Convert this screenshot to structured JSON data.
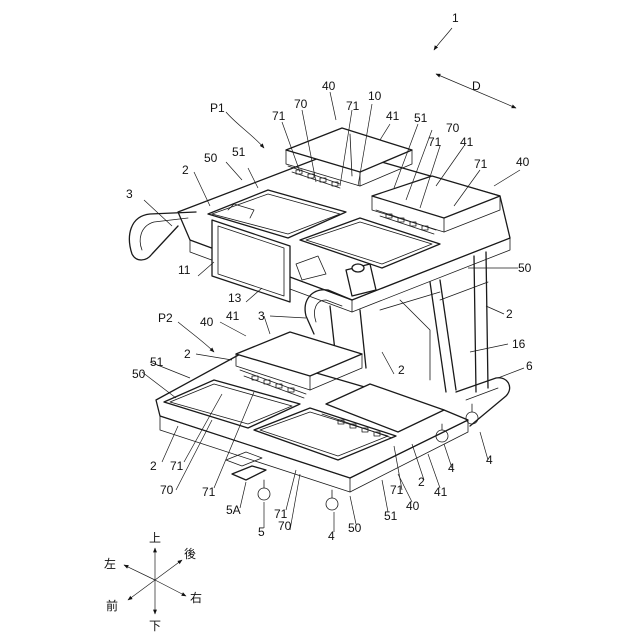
{
  "figure": {
    "ref_main": "1",
    "direction_label": "D",
    "group_labels": {
      "p1": "P1",
      "p2": "P2"
    },
    "part_numbers": {
      "n40": "40",
      "n41": "41",
      "n50": "50",
      "n51": "51",
      "n70": "70",
      "n71": "71",
      "n10": "10",
      "n2": "2",
      "n3": "3",
      "n4": "4",
      "n5": "5",
      "n5a": "5A",
      "n6": "6",
      "n11": "11",
      "n13": "13",
      "n16": "16"
    },
    "compass": {
      "up": "上",
      "down": "下",
      "left": "左",
      "right": "右",
      "front": "前",
      "back": "後"
    }
  }
}
